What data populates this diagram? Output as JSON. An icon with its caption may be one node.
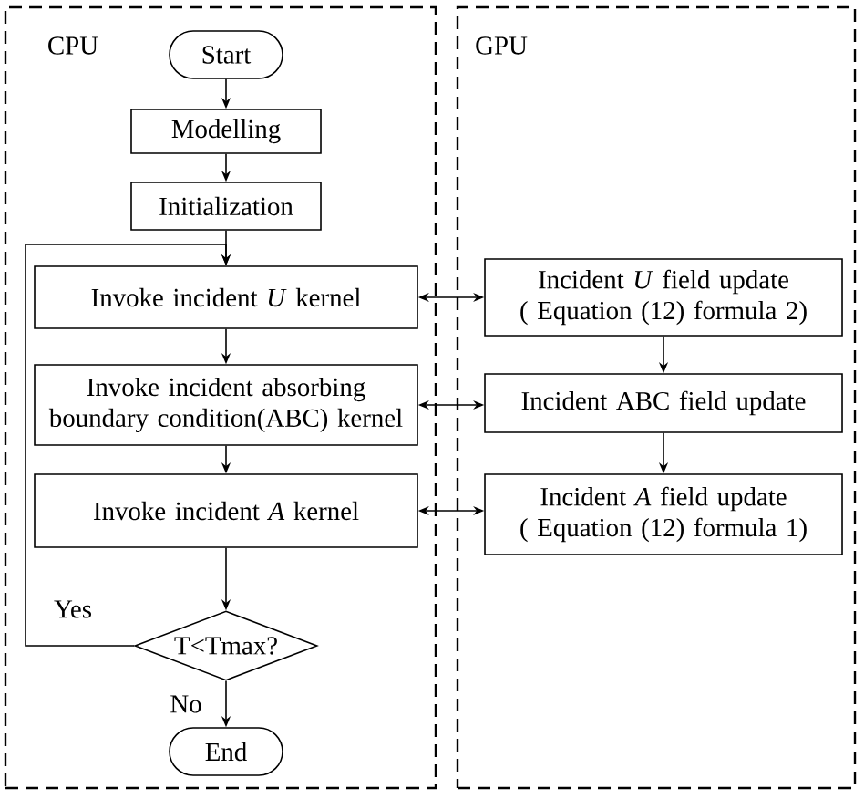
{
  "diagram": {
    "nodes": [
      {
        "text": [
          "CPU"
        ]
      },
      {
        "text": [
          "Start"
        ],
        "in": 0
      },
      {
        "text": [
          "Modelling"
        ],
        "in": 0
      },
      {
        "text": [
          "Initialization"
        ],
        "in": 0
      },
      {
        "text": [
          "Invoke incident *U* kernel"
        ],
        "in": 0
      },
      {
        "text": [
          "Invoke incident absorbing boundary condition(ABC) kernel"
        ],
        "in": 0
      },
      {
        "text": [
          "Invoke incident *A* kernel"
        ],
        "in": 0
      },
      {
        "text": [
          "T<Tmax?"
        ],
        "in": 0
      },
      {
        "text": [
          "End"
        ],
        "in": 0
      },
      {
        "text": [
          "GPU"
        ]
      },
      {
        "text": [
          "Incident *U* field update",
          "( Equation (12) formula 2)"
        ],
        "in": 9
      },
      {
        "text": [
          "Incident ABC field update"
        ],
        "in": 9
      },
      {
        "text": [
          "Incident *A* field update",
          "( Equation (12) formula 1)"
        ],
        "in": 9
      }
    ],
    "edges": [
      {
        "from": 1,
        "to": 2,
        "arrow": "to"
      },
      {
        "from": 2,
        "to": 3,
        "arrow": "to"
      },
      {
        "from": 3,
        "to": 4,
        "arrow": "to"
      },
      {
        "from": 4,
        "to": 5,
        "arrow": "to"
      },
      {
        "from": 5,
        "to": 6,
        "arrow": "to"
      },
      {
        "from": 6,
        "to": 7,
        "arrow": "to"
      },
      {
        "from": 7,
        "to": 8,
        "label": "No",
        "arrow": "to"
      },
      {
        "from": 7,
        "to": 4,
        "label": "Yes",
        "arrow": "to"
      },
      {
        "from": 4,
        "to": 10,
        "arrow": "both"
      },
      {
        "from": 5,
        "to": 11,
        "arrow": "both"
      },
      {
        "from": 6,
        "to": 12,
        "arrow": "both"
      },
      {
        "from": 10,
        "to": 11,
        "arrow": "to"
      },
      {
        "from": 11,
        "to": 12,
        "arrow": "to"
      }
    ]
  }
}
